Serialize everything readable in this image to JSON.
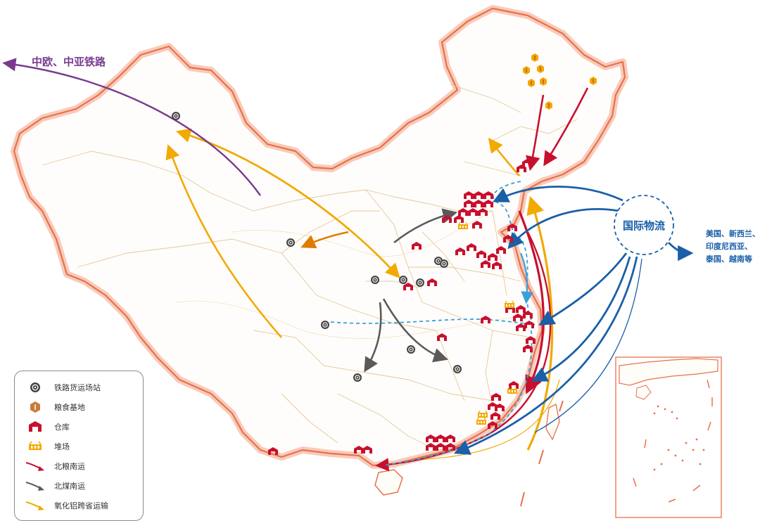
{
  "labels": {
    "eurasian_rail": "中欧、中亚铁路",
    "intl_logistics": "国际物流",
    "intl_destinations": [
      "美国、新西兰、",
      "印度尼西亚、",
      "泰国、越南等"
    ]
  },
  "legend": {
    "items": [
      {
        "label": "铁路货运场站",
        "icon": "rail-freight-station-icon"
      },
      {
        "label": "粮食基地",
        "icon": "grain-base-icon"
      },
      {
        "label": "仓库",
        "icon": "warehouse-icon"
      },
      {
        "label": "堆场",
        "icon": "storage-yard-icon"
      },
      {
        "label": "北粮南运",
        "icon": "red-arrow-icon"
      },
      {
        "label": "北煤南运",
        "icon": "gray-arrow-icon"
      },
      {
        "label": "氧化铝跨省运输",
        "icon": "yellow-arrow-icon"
      }
    ]
  },
  "colors": {
    "border": "#f08a6a",
    "province_lines": "#e3c89a",
    "grain_red": "#c8102e",
    "coal_gray": "#5a5a5a",
    "alumina_yellow": "#f2a900",
    "intl_blue": "#1a5fa8",
    "rail_purple": "#7a3b8f",
    "river_blue": "#3aa0d8",
    "station_dark": "#444444",
    "grain_base_orange": "#f2a900"
  }
}
